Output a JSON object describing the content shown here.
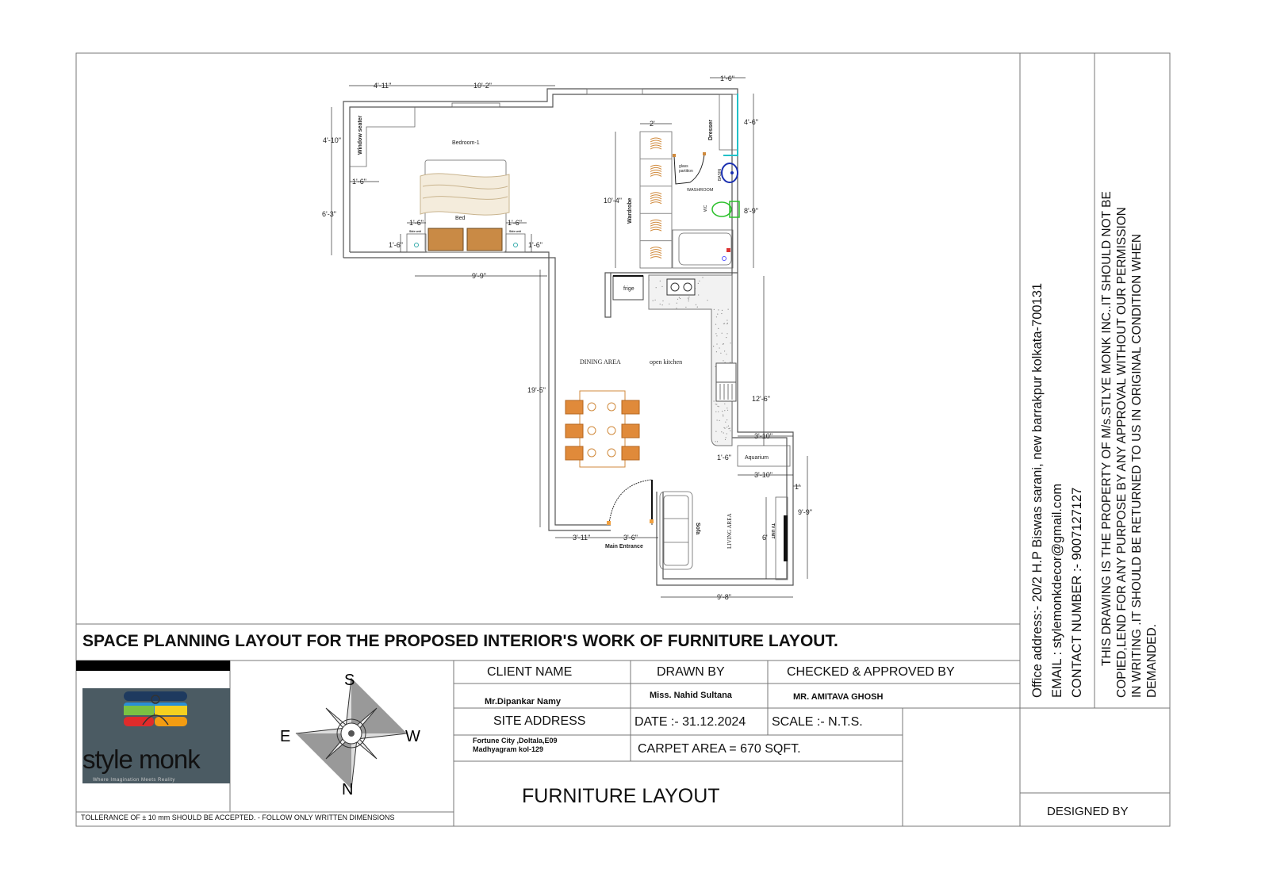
{
  "drawing_title": "SPACE PLANNING LAYOUT FOR THE PROPOSED INTERIOR'S WORK OF FURNITURE  LAYOUT.",
  "plan": {
    "rooms": {
      "bedroom": "Bedroom-1",
      "window_seater": "Window seater",
      "bed": "Bed",
      "side_unit": "Side unit",
      "wardrobe": "Wardrobe",
      "dresser": "Dresser",
      "glass_partition_1": "glass",
      "glass_partition_2": "partition",
      "basin": "BASIN",
      "washroom": "WASHROOM",
      "wc": "WC",
      "fridge": "frige",
      "dining": "DINING AREA",
      "kitchen": "open kitchen",
      "aquarium": "Aquarium",
      "main_entrance": "Main Entrance",
      "sofa": "Sofa",
      "living": "LIVING AREA",
      "tv_unit": "TV UNIT"
    },
    "dimensions": [
      "4'-11\"",
      "10'-2\"",
      "1'-6\"",
      "4'-10\"",
      "1'-6\"",
      "6'-3\"",
      "1'-6\"",
      "1'-6\"",
      "1'-6\"",
      "1'-6\"",
      "2'",
      "10'-4\"",
      "4'-6\"",
      "8'-9\"",
      "9'-9\"",
      "19'-5\"",
      "12'-6\"",
      "3'-10\"",
      "1'-6\"",
      "3'-10\"",
      "1'",
      "9'-9\"",
      "6'",
      "3'-11\"",
      "3'-6\"",
      "9'-8\""
    ]
  },
  "compass": {
    "top": "S",
    "left": "E",
    "right": "W",
    "bottom": "N"
  },
  "logo": {
    "name": "style monk",
    "tagline": "Where Imagination Meets Reality"
  },
  "title_block": {
    "client_name_label": "CLIENT NAME",
    "client_name": "Mr.Dipankar Namy",
    "drawn_by_label": "DRAWN BY",
    "drawn_by": "Miss. Nahid Sultana",
    "checked_label": "CHECKED & APPROVED BY",
    "checked_by": "MR. AMITAVA GHOSH",
    "site_address_label": "SITE ADDRESS",
    "site_address_1": "Fortune City ,Doltala,E09",
    "site_address_2": "Madhyagram kol-129",
    "date": "DATE :- 31.12.2024",
    "scale": "SCALE :- N.T.S.",
    "carpet_area": "CARPET AREA = 670 SQFT.",
    "sheet_title": "FURNITURE LAYOUT",
    "tolerance": "TOLLERANCE OF ± 10 mm SHOULD BE ACCEPTED. - FOLLOW ONLY WRITTEN DIMENSIONS",
    "designed_by_label": "DESIGNED BY"
  },
  "office": {
    "address": "Office address:- 20/2 H.P  Biswas sarani, new barrakpur kolkata-700131",
    "email": "EMAIL : stylemonkdecor@gmail.com",
    "contact": "CONTACT NUMBER :- 9007127127"
  },
  "disclaimer": [
    "THIS DRAWING IS THE PROPERTY OF M/s.STLYE MONK INC..IT SHOULD NOT BE",
    "COPIED,LEND FOR ANY PURPOSE BY ANY APPROVAL WITHOUT OUR PERMISSION",
    "IN WRITING .IT SHOULD BE RETURNED TO US IN ORIGINAL CONDITION WHEN",
    "DEMANDED."
  ]
}
